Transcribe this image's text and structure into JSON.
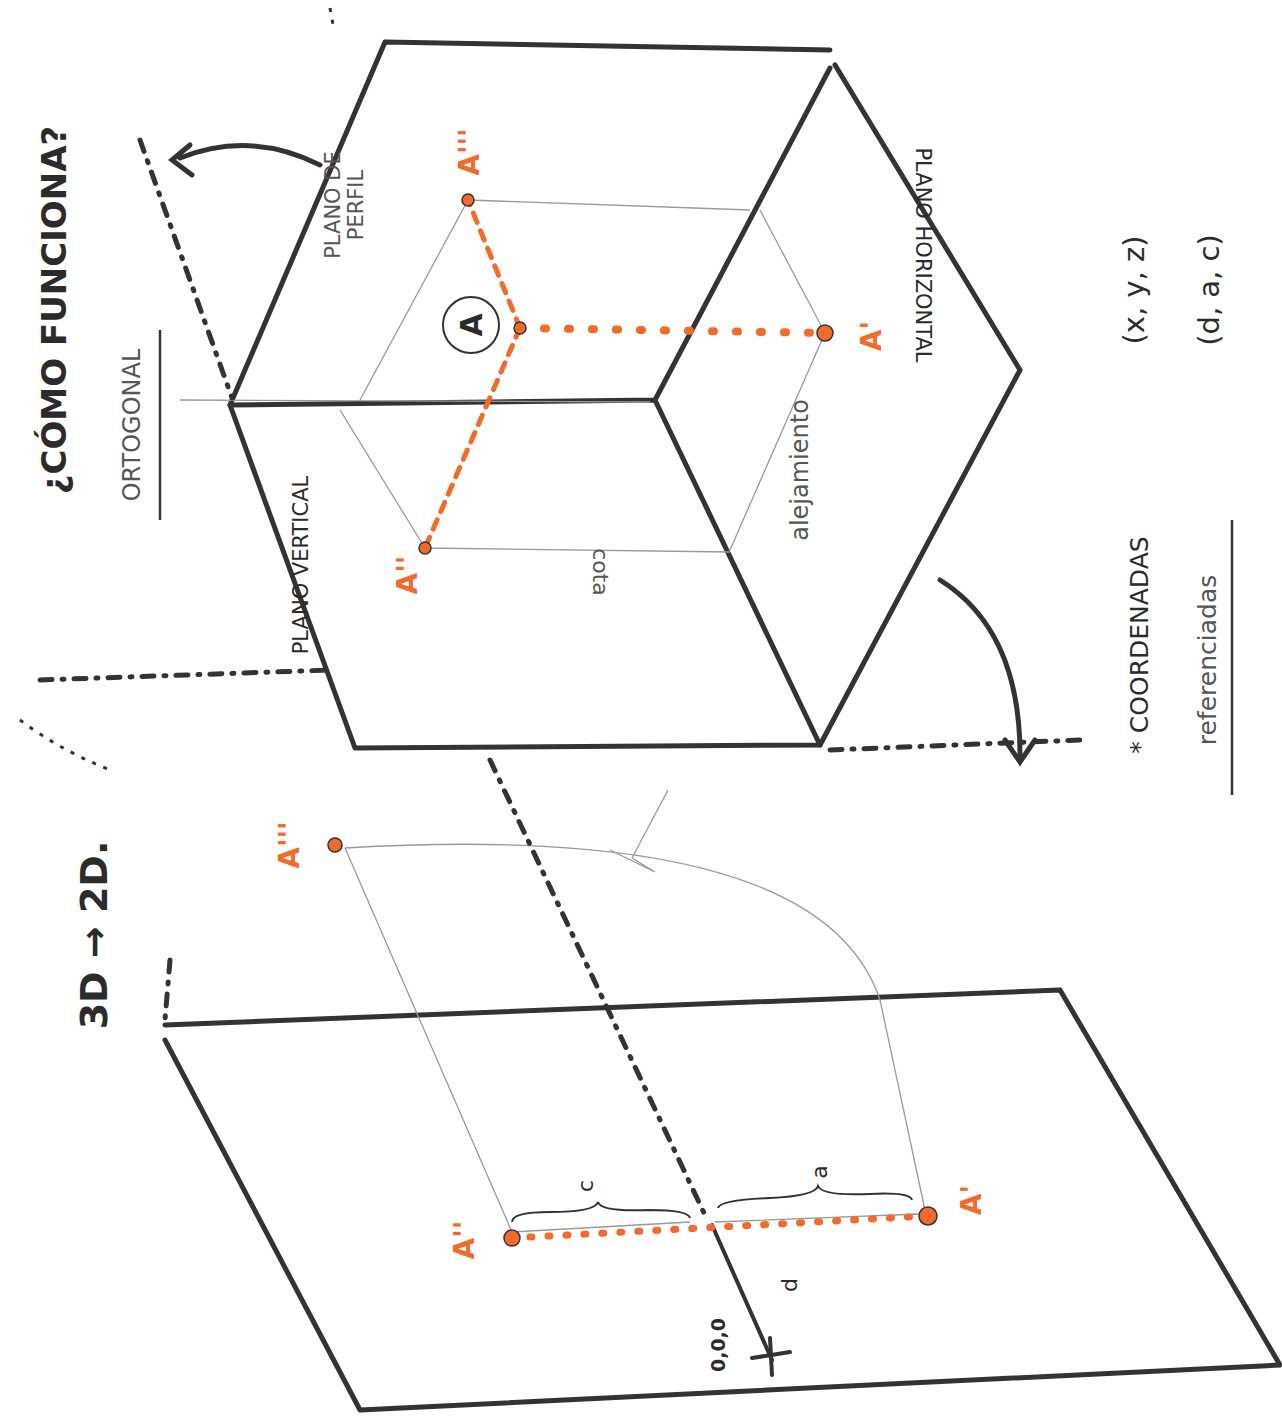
{
  "diagram": {
    "title": "¿CÓMO FUNCIONA?",
    "nodes": [
      {
        "text": [
          "A"
        ]
      }
    ],
    "labels": [
      "3D → 2D.",
      "ORTOGONAL",
      "PLANO DE PERFIL",
      "A'''",
      "PLANO VERTICAL",
      "A''",
      "cota",
      "alejamiento",
      "A'",
      "PLANO HORIZONTAL",
      "* COORDENADAS",
      "referenciadas",
      "(x, y, z)",
      "(d, a, c)",
      "A'''",
      "A''",
      "c",
      "a",
      "A'",
      "d",
      "0,0,0"
    ]
  }
}
